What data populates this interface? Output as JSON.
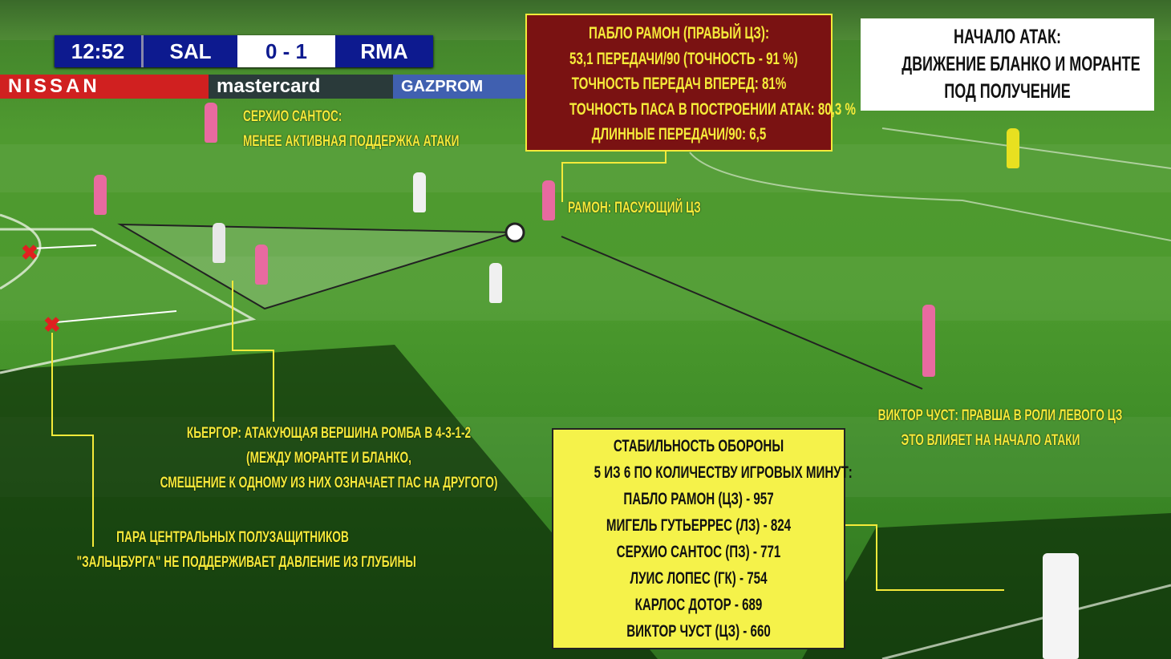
{
  "scoreboard": {
    "time": "12:52",
    "home": "SAL",
    "score": "0 - 1",
    "away": "RMA"
  },
  "ads": [
    "NISSAN",
    "mastercard",
    "GAZPROM"
  ],
  "title_box": {
    "lines": [
      "НАЧАЛО АТАК:",
      "ДВИЖЕНИЕ БЛАНКО И МОРАНТЕ",
      "ПОД ПОЛУЧЕНИЕ"
    ]
  },
  "ramon_box": {
    "lines": [
      "ПАБЛО РАМОН (ПРАВЫЙ ЦЗ):",
      "53,1 ПЕРЕДАЧИ/90 (ТОЧНОСТЬ - 91 %)",
      "ТОЧНОСТЬ ПЕРЕДАЧ ВПЕРЕД: 81%",
      "ТОЧНОСТЬ ПАСА В ПОСТРОЕНИИ АТАК: 80,3 %",
      "ДЛИННЫЕ ПЕРЕДАЧИ/90: 6,5"
    ]
  },
  "annotations": {
    "santos": [
      "СЕРХИО САНТОС:",
      "МЕНЕЕ АКТИВНАЯ ПОДДЕРЖКА АТАКИ"
    ],
    "ramon": "РАМОН: ПАСУЮЩИЙ ЦЗ",
    "chust": [
      "ВИКТОР ЧУСТ: ПРАВША В РОЛИ ЛЕВОГО ЦЗ",
      "ЭТО ВЛИЯЕТ НА НАЧАЛО АТАКИ"
    ],
    "kjergor": [
      "КЬЕРГОР: АТАКУЮЩАЯ ВЕРШИНА РОМБА В 4-3-1-2",
      "(МЕЖДУ МОРАНТЕ И БЛАНКО,",
      "СМЕЩЕНИЕ К ОДНОМУ ИЗ НИХ ОЗНАЧАЕТ ПАС НА ДРУГОГО)"
    ],
    "midfield": [
      "ПАРА ЦЕНТРАЛЬНЫХ ПОЛУЗАЩИТНИКОВ",
      "\"ЗАЛЬЦБУРГА\" НЕ ПОДДЕРЖИВАЕТ ДАВЛЕНИЕ ИЗ ГЛУБИНЫ"
    ]
  },
  "defense_box": {
    "lines": [
      "СТАБИЛЬНОСТЬ ОБОРОНЫ",
      "5 ИЗ 6 ПО КОЛИЧЕСТВУ ИГРОВЫХ МИНУТ:",
      "ПАБЛО РАМОН (ЦЗ) - 957",
      "МИГЕЛЬ ГУТЬЕРРЕС (ЛЗ) - 824",
      "СЕРХИО САНТОС (ПЗ) - 771",
      "ЛУИС ЛОПЕС (ГК) - 754",
      "КАРЛОС ДОТОР - 689",
      "ВИКТОР ЧУСТ (ЦЗ) - 660"
    ]
  },
  "colors": {
    "annotation": "#f5ea3a",
    "red_box": "#7a1212",
    "scoreboard": "#0d1a8f"
  }
}
